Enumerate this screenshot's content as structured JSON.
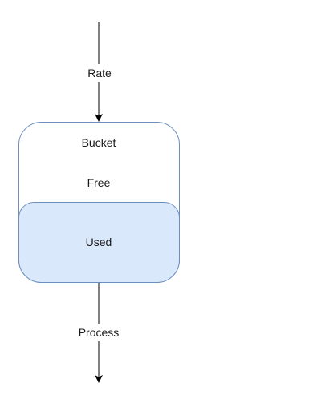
{
  "diagram": {
    "input_arrow": {
      "label": "Rate"
    },
    "bucket": {
      "title": "Bucket",
      "free_label": "Free",
      "used_label": "Used"
    },
    "output_arrow": {
      "label": "Process"
    }
  },
  "colors": {
    "stroke": "#6c8ebf",
    "used_fill": "#dae8fc",
    "bucket_fill": "#ffffff",
    "arrow": "#000000"
  }
}
